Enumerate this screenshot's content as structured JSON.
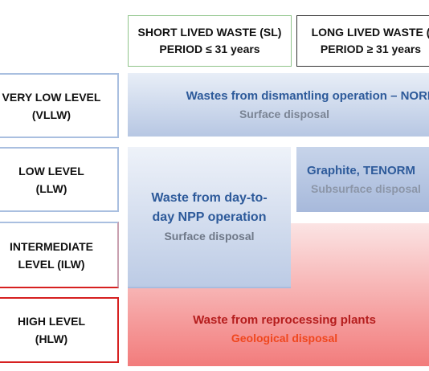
{
  "columns": {
    "short": {
      "line1": "SHORT LIVED WASTE (SL)",
      "line2": "PERIOD ≤ 31 years"
    },
    "long": {
      "line1": "LONG LIVED WASTE (",
      "line2": "PERIOD ≥ 31 years"
    }
  },
  "rows": [
    {
      "line1": "VERY LOW LEVEL",
      "line2": "(VLLW)"
    },
    {
      "line1": "LOW LEVEL",
      "line2": "(LLW)"
    },
    {
      "line1": "INTERMEDIATE",
      "line2": "LEVEL (ILW)"
    },
    {
      "line1": "HIGH LEVEL",
      "line2": "(HLW)"
    }
  ],
  "cells": {
    "dismantling": {
      "title": "Wastes from dismantling operation – NORM",
      "disposal": "Surface disposal"
    },
    "npp": {
      "title_line1": "Waste from day-to-",
      "title_line2": "day NPP operation",
      "disposal": "Surface disposal"
    },
    "graphite": {
      "title": "Graphite, TENORM",
      "disposal": "Subsurface disposal"
    },
    "reprocessing": {
      "title": "Waste from reprocessing plants",
      "disposal": "Geological disposal"
    }
  },
  "colors": {
    "blue_title": "#2d5a9a",
    "gray_text": "#7a8494",
    "red_title": "#b51d1d",
    "orange_text": "#f0471e",
    "green_border": "#8fc48a",
    "blue_border": "#a9bfe0",
    "red_border": "#d62020"
  }
}
